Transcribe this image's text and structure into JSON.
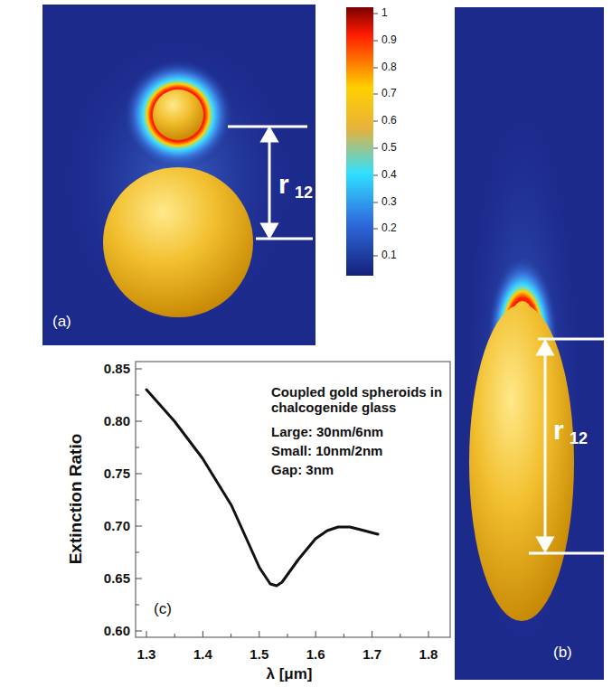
{
  "diagram": {
    "labels": [
      "1",
      "0.9",
      "0.8",
      "0.7",
      "0.6",
      "0.5",
      "0.4",
      "0.3",
      "0.2",
      "0.1",
      "r",
      "12",
      "(a)",
      "r",
      "12",
      "(b)",
      "Extinction Ratio",
      "0.85",
      "0.80",
      "0.75",
      "0.70",
      "0.65",
      "0.60",
      "1.3",
      "1.4",
      "1.5",
      "1.6",
      "1.7",
      "1.8",
      "λ [μm]",
      "(c)",
      "Coupled gold spheroids in chalcogenide glass",
      "Large: 30nm/6nm",
      "Small: 10nm/2nm",
      "Gap: 3nm"
    ]
  }
}
